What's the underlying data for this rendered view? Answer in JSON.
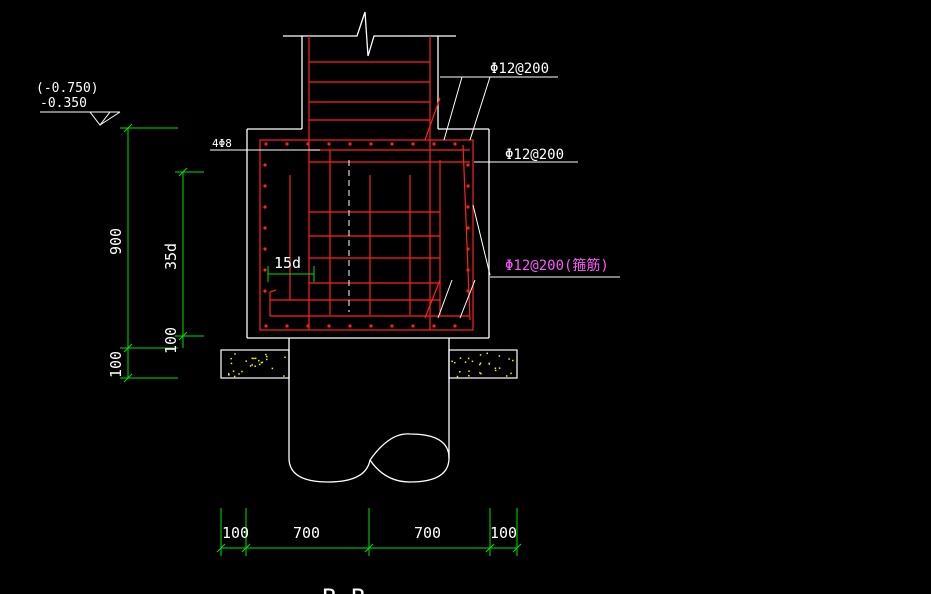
{
  "colors": {
    "background": "#000000",
    "outline": "#ffffff",
    "rebar": "#ff2020",
    "dimension": "#00e000",
    "pink_text": "#ff55ff",
    "concrete_speckle": "#ffee00"
  },
  "elevation": {
    "upper": "(-0.750)",
    "lower": "-0.350"
  },
  "labels": {
    "rebar_top": "Φ12@200",
    "rebar_mid": "Φ12@200",
    "rebar_stirrup": "Φ12@200(箍筋)",
    "corner_bars": "4Φ8",
    "anchor": "15d"
  },
  "dimensions": {
    "vertical_900": "900",
    "vertical_35d": "35d",
    "vertical_100_upper": "100",
    "vertical_100_lower": "100",
    "bottom_left_100": "100",
    "bottom_left_700": "700",
    "bottom_right_700": "700",
    "bottom_right_100": "100"
  },
  "section_mark": "B—B"
}
